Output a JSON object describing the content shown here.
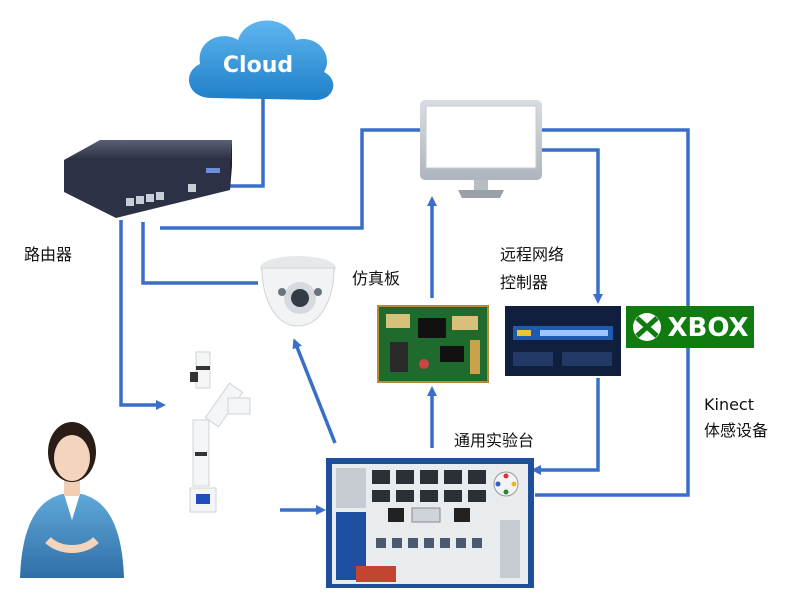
{
  "cloud": {
    "label": "Cloud"
  },
  "labels": {
    "router": "路由器",
    "sim_board": "仿真板",
    "remote_controller_line1": "远程网络",
    "remote_controller_line2": "控制器",
    "test_bench": "通用实验台",
    "kinect_line1": "Kinect",
    "kinect_line2": "体感设备"
  },
  "xbox": {
    "label": "XBOX"
  },
  "colors": {
    "connector": "#3a6fc9",
    "cloud": "#2f8fd6",
    "xbox": "#107c10",
    "router": "#2c3146",
    "controller": "#0f1f3d",
    "board": "#1f6b2e",
    "bench": "#1d4f9c"
  }
}
